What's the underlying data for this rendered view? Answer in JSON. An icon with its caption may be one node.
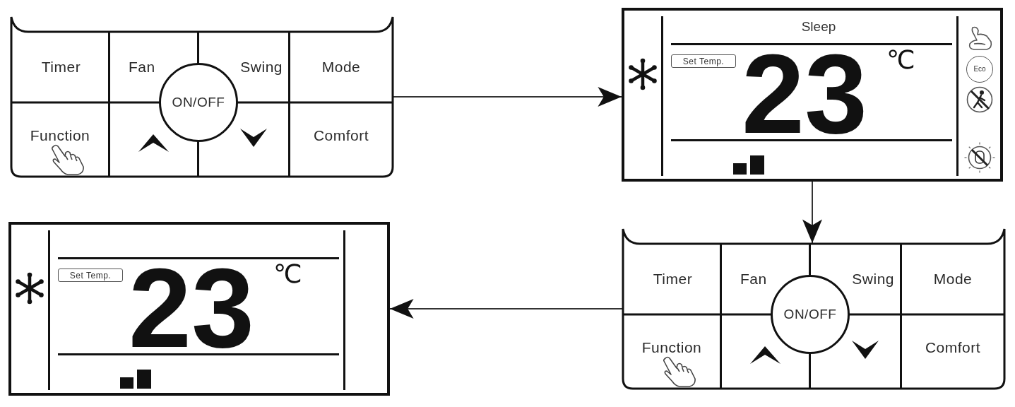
{
  "diagram": {
    "nodes": [
      {
        "text": [],
        "shape": "box"
      },
      {
        "text": [
          "Timer"
        ],
        "in": 0
      },
      {
        "text": [
          "Fan"
        ],
        "in": 0
      },
      {
        "text": [
          "Swing"
        ],
        "in": 0
      },
      {
        "text": [
          "Mode"
        ],
        "in": 0
      },
      {
        "text": [
          "ON/OFF"
        ],
        "in": 0
      },
      {
        "text": [
          "Function"
        ],
        "in": 0
      },
      {
        "text": [],
        "shape": "box",
        "in": 0
      },
      {
        "text": [],
        "shape": "box",
        "in": 0
      },
      {
        "text": [
          "Comfort"
        ],
        "in": 0
      },
      {
        "text": [
          "Sleep",
          "23",
          "℃"
        ]
      },
      {
        "text": [
          "Set Temp."
        ],
        "in": 10
      },
      {
        "text": [
          "Eco"
        ],
        "in": 10
      },
      {
        "text": [
          "23",
          "℃"
        ]
      },
      {
        "text": [
          "Set Temp."
        ],
        "in": 13
      },
      {
        "text": [],
        "shape": "box"
      },
      {
        "text": [
          "Timer"
        ],
        "in": 15
      },
      {
        "text": [
          "Fan"
        ],
        "in": 15
      },
      {
        "text": [
          "Swing"
        ],
        "in": 15
      },
      {
        "text": [
          "Mode"
        ],
        "in": 15
      },
      {
        "text": [
          "ON/OFF"
        ],
        "in": 15
      },
      {
        "text": [
          "Function"
        ],
        "in": 15
      },
      {
        "text": [],
        "shape": "box",
        "in": 15
      },
      {
        "text": [],
        "shape": "box",
        "in": 15
      },
      {
        "text": [
          "Comfort"
        ],
        "in": 15
      }
    ],
    "edges": [
      {
        "from": 0,
        "to": 10,
        "arrow": "to"
      },
      {
        "from": 10,
        "to": 15,
        "arrow": "to"
      },
      {
        "from": 15,
        "to": 13,
        "arrow": "to"
      }
    ]
  }
}
